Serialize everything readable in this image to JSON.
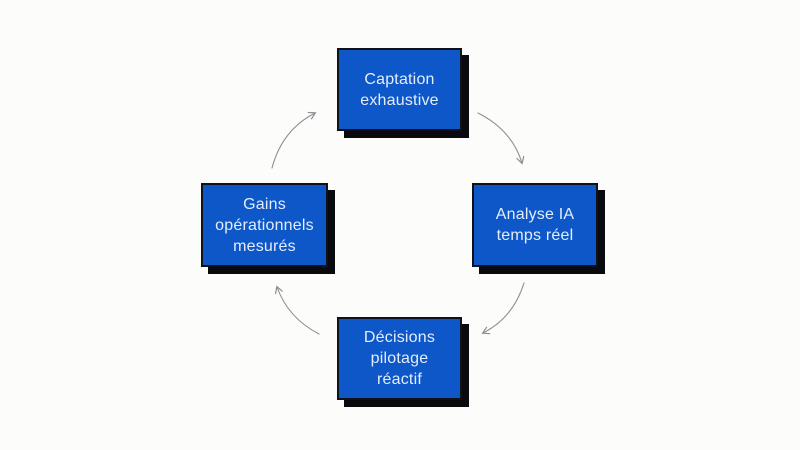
{
  "diagram": {
    "type": "cycle",
    "nodes": [
      {
        "id": "captation",
        "position": "top",
        "label": "Captation exhaustive",
        "lines": [
          "Captation",
          "exhaustive"
        ]
      },
      {
        "id": "analyse",
        "position": "right",
        "label": "Analyse IA temps réel",
        "lines": [
          "Analyse IA",
          "temps réel"
        ]
      },
      {
        "id": "decisions",
        "position": "bottom",
        "label": "Décisions pilotage réactif",
        "lines": [
          "Décisions",
          "pilotage",
          "réactif"
        ]
      },
      {
        "id": "gains",
        "position": "left",
        "label": "Gains opérationnels mesurés",
        "lines": [
          "Gains",
          "opérationnels",
          "mesurés"
        ]
      }
    ],
    "arrows": [
      {
        "from": "gains",
        "to": "captation"
      },
      {
        "from": "captation",
        "to": "analyse"
      },
      {
        "from": "analyse",
        "to": "decisions"
      },
      {
        "from": "decisions",
        "to": "gains"
      }
    ],
    "colors": {
      "node_fill": "#0d57c9",
      "node_border": "#0e1219",
      "node_shadow": "#0a0a0e",
      "node_text": "#e4edfa",
      "arrow": "#8b9193",
      "background": "#fcfcfa"
    }
  }
}
